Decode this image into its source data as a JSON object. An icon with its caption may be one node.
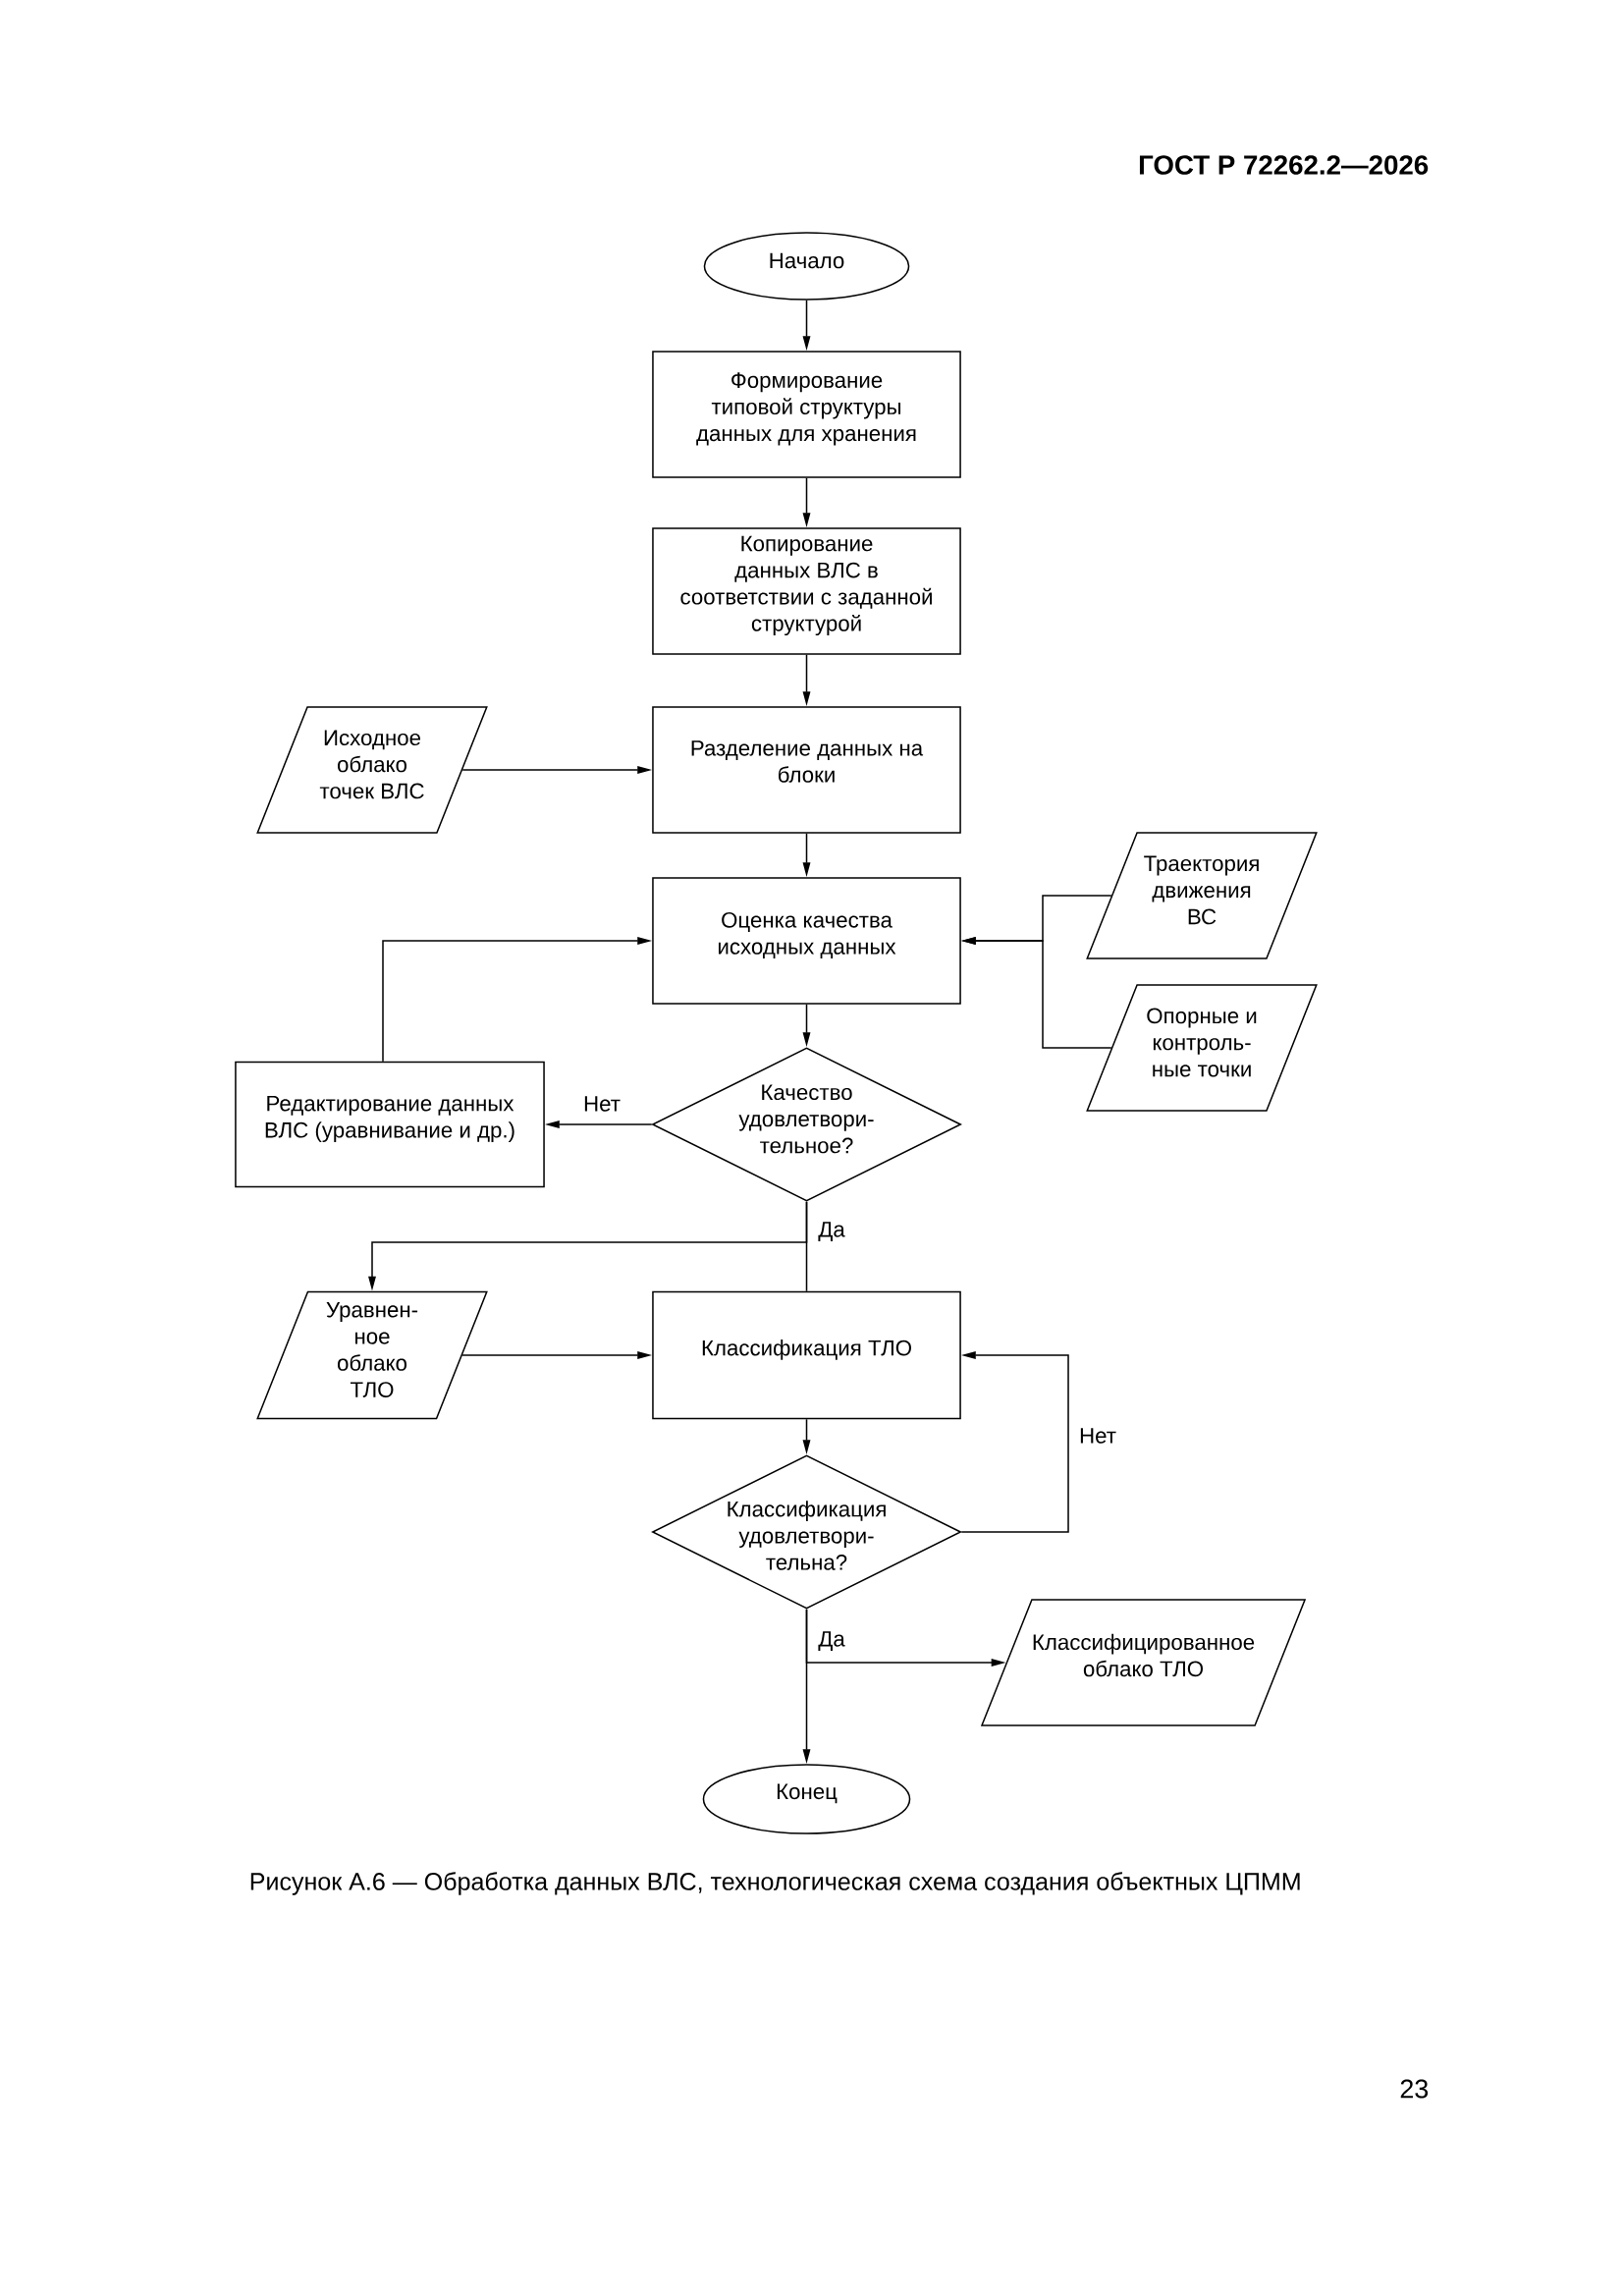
{
  "diagram": {
    "caption": "Рисунок А.6 — Обработка данных ВЛС, технологическая схема создания объектных ЦПММ",
    "nodes": [
      {
        "text": [
          "Начало"
        ]
      },
      {
        "text": [
          "Формирование типовой структуры данных для хранения"
        ]
      },
      {
        "text": [
          "Копирование данных ВЛС в соответствии с заданной структурой"
        ]
      },
      {
        "text": [
          "Исходное облако точек ВЛС"
        ]
      },
      {
        "text": [
          "Разделение данных на блоки"
        ]
      },
      {
        "text": [
          "Оценка качества исходных данных"
        ]
      },
      {
        "text": [
          "Траектория движения ВС"
        ]
      },
      {
        "text": [
          "Опорные и контроль- ные точки"
        ]
      },
      {
        "text": [
          "Редактирование данных ВЛС (уравнивание и др.)"
        ]
      },
      {
        "text": [
          "Качество удовлетвори- тельное?"
        ]
      },
      {
        "text": [
          "Уравнен- ное облако ТЛО"
        ]
      },
      {
        "text": [
          "Классификация ТЛО"
        ]
      },
      {
        "text": [
          "Классификация удовлетвори- тельна?"
        ]
      },
      {
        "text": [
          "Классифицированное облако ТЛО"
        ]
      },
      {
        "text": [
          "Конец"
        ]
      }
    ],
    "edges": [
      {
        "from": 0,
        "to": 1,
        "arrow": "to"
      },
      {
        "from": 1,
        "to": 2,
        "arrow": "to"
      },
      {
        "from": 2,
        "to": 4,
        "arrow": "to"
      },
      {
        "from": 3,
        "to": 4,
        "arrow": "to"
      },
      {
        "from": 4,
        "to": 5,
        "arrow": "to"
      },
      {
        "from": 6,
        "to": 5,
        "arrow": "to"
      },
      {
        "from": 7,
        "to": 5,
        "arrow": "to"
      },
      {
        "from": 5,
        "to": 9,
        "arrow": "to"
      },
      {
        "from": 9,
        "to": 8,
        "arrow": "to",
        "label": "Нет"
      },
      {
        "from": 8,
        "to": 5,
        "arrow": "to"
      },
      {
        "from": 9,
        "to": 10,
        "arrow": "to"
      },
      {
        "from": 9,
        "to": 11,
        "arrow": "none",
        "label": "Да"
      },
      {
        "from": 10,
        "to": 11,
        "arrow": "to"
      },
      {
        "from": 11,
        "to": 12,
        "arrow": "to"
      },
      {
        "from": 12,
        "to": 11,
        "arrow": "to",
        "label": "Нет"
      },
      {
        "from": 12,
        "to": 14,
        "arrow": "to",
        "label": "Да"
      },
      {
        "from": 12,
        "to": 13,
        "arrow": "to"
      }
    ],
    "labels": [
      "ГОСТ Р 72262.2—2026",
      "23"
    ]
  }
}
